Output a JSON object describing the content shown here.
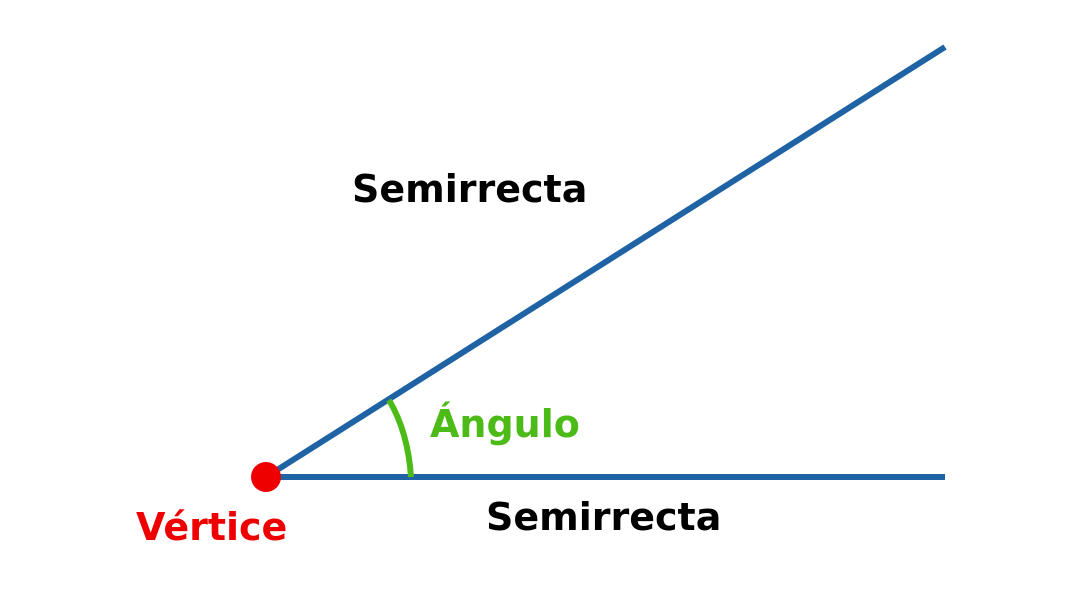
{
  "labels": {
    "upper_ray": "Semirrecta",
    "lower_ray": "Semirrecta",
    "angle": "Ángulo",
    "vertex": "Vértice"
  },
  "colors": {
    "ray": "#1f63a5",
    "angle_arc": "#4cbb17",
    "vertex": "#ee0000",
    "text": "#000000",
    "background": "#ffffff"
  }
}
